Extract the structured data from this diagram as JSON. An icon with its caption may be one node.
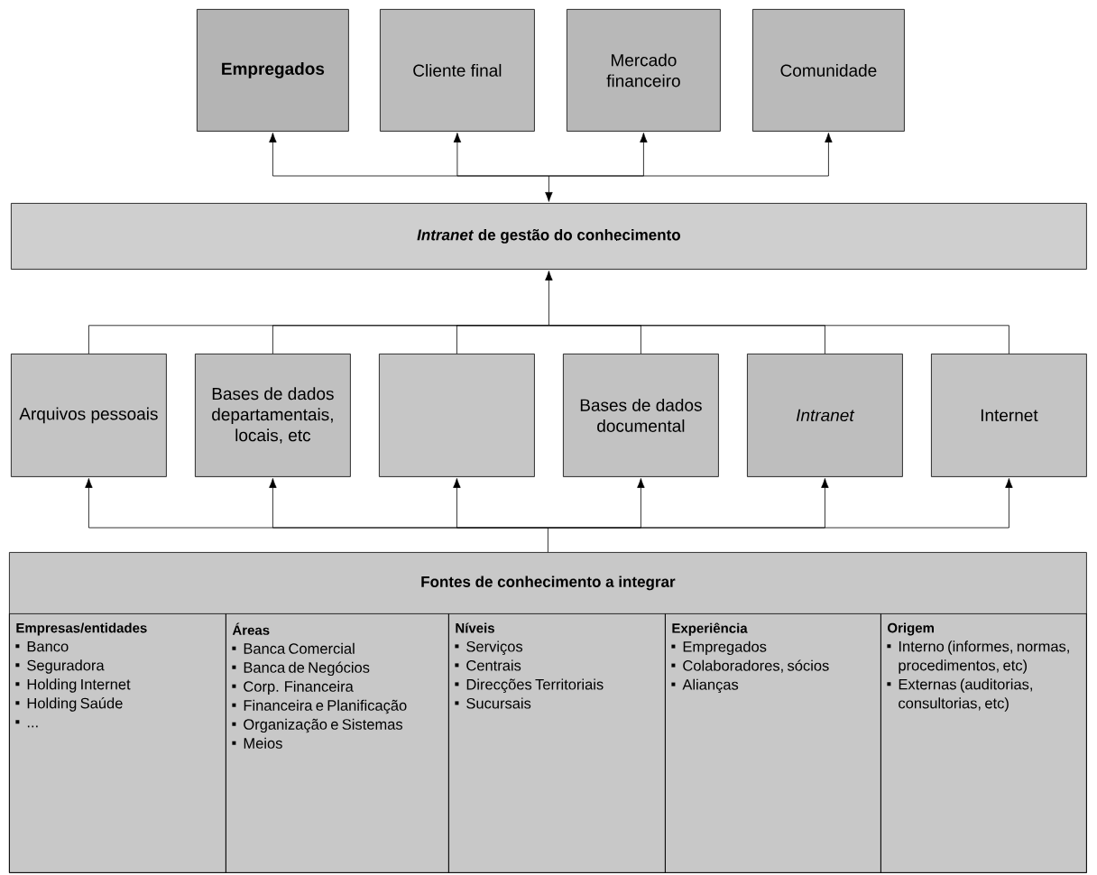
{
  "diagram": {
    "nodes": [
      {
        "text": [
          "Empregados"
        ]
      },
      {
        "text": [
          "Cliente final"
        ]
      },
      {
        "text": [
          "Mercado financeiro"
        ]
      },
      {
        "text": [
          "Comunidade"
        ]
      },
      {
        "text": [
          "*Intranet* de gestão do conhecimento"
        ]
      },
      {
        "text": [
          "Arquivos pessoais"
        ]
      },
      {
        "text": [
          "Bases de dados departamentais, locais, etc"
        ]
      },
      {
        "text": [],
        "shape": "box"
      },
      {
        "text": [
          "Bases de dados documental"
        ]
      },
      {
        "text": [
          "Intranet"
        ]
      },
      {
        "text": [
          "Internet"
        ]
      },
      {
        "text": [
          "Fontes de conhecimento a integrar"
        ]
      },
      {
        "text": [
          "Empresas/entidades",
          "Banco",
          "Seguradora",
          "Holding Internet",
          "Holding Saúde",
          "..."
        ],
        "in": 11
      },
      {
        "text": [
          "Áreas",
          "Banca Comercial",
          "Banca de Negócios",
          "Corp. Financeira",
          "Financeira e Planificação",
          "Organização e Sistemas",
          "Meios"
        ],
        "in": 11
      },
      {
        "text": [
          "Níveis",
          "Serviços",
          "Centrais",
          "Direcções Territoriais",
          "Sucursais"
        ],
        "in": 11
      },
      {
        "text": [
          "Experiência",
          "Empregados",
          "Colaboradores, sócios",
          "Alianças"
        ],
        "in": 11
      },
      {
        "text": [
          "Origem",
          "Interno (informes, normas, procedimentos, etc)",
          "Externas (auditorias, consultorias, etc)"
        ],
        "in": 11
      }
    ],
    "edges": [
      {
        "from": 4,
        "to": 0,
        "arrow": "both"
      },
      {
        "from": 4,
        "to": 1,
        "arrow": "both"
      },
      {
        "from": 4,
        "to": 2,
        "arrow": "both"
      },
      {
        "from": 4,
        "to": 3,
        "arrow": "both"
      },
      {
        "from": 5,
        "to": 4,
        "arrow": "to"
      },
      {
        "from": 6,
        "to": 4,
        "arrow": "to"
      },
      {
        "from": 7,
        "to": 4,
        "arrow": "to"
      },
      {
        "from": 8,
        "to": 4,
        "arrow": "to"
      },
      {
        "from": 9,
        "to": 4,
        "arrow": "to"
      },
      {
        "from": 10,
        "to": 4,
        "arrow": "to"
      },
      {
        "from": 11,
        "to": 5,
        "arrow": "to"
      },
      {
        "from": 11,
        "to": 6,
        "arrow": "to"
      },
      {
        "from": 11,
        "to": 7,
        "arrow": "to"
      },
      {
        "from": 11,
        "to": 8,
        "arrow": "to"
      },
      {
        "from": 11,
        "to": 9,
        "arrow": "to"
      },
      {
        "from": 11,
        "to": 10,
        "arrow": "to"
      }
    ]
  }
}
